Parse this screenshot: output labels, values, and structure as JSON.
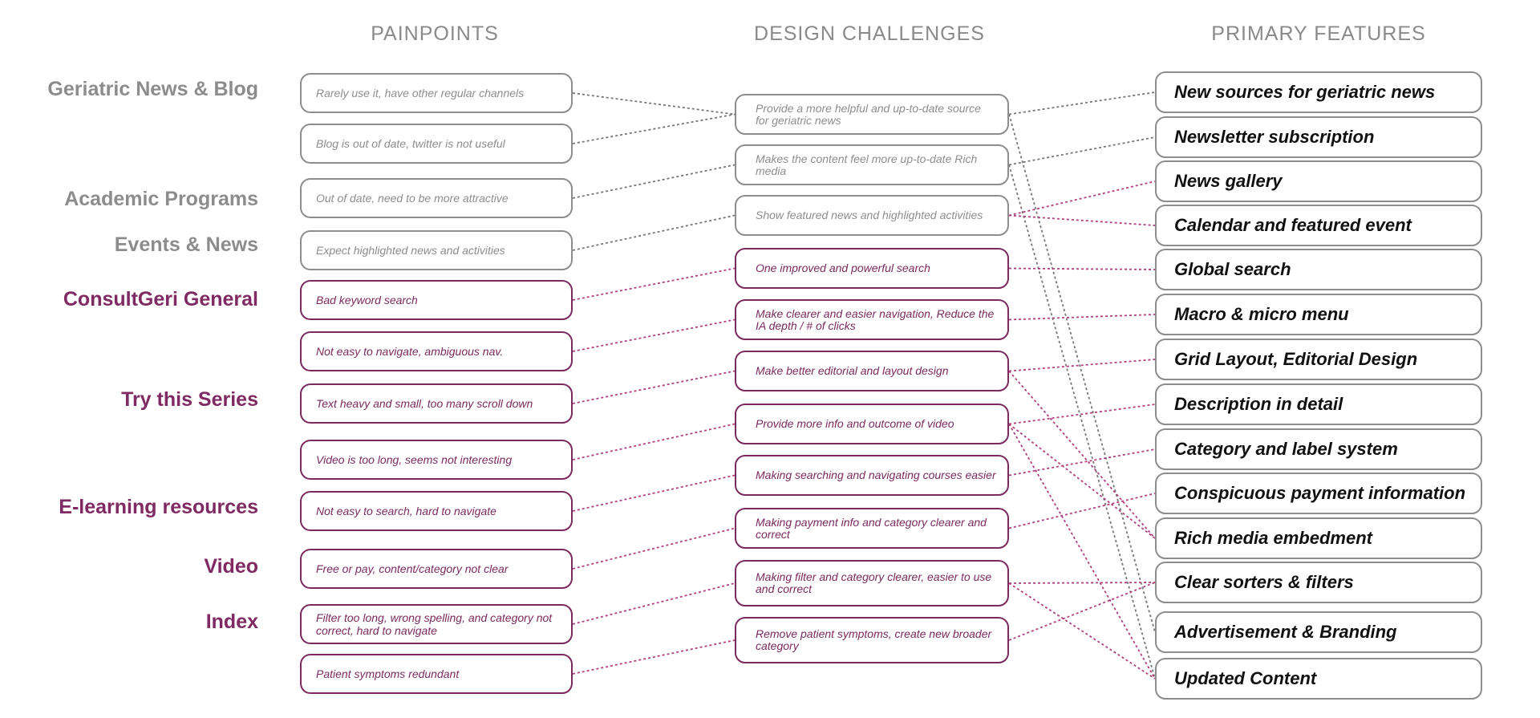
{
  "headers": {
    "painpoints": "PAINPOINTS",
    "challenges": "DESIGN CHALLENGES",
    "features": "PRIMARY FEATURES"
  },
  "colors": {
    "gray": "#8d8d8d",
    "purple": "#7b2a5e",
    "gray_line": "#777777",
    "purple_line": "#b0417f"
  },
  "categories": [
    {
      "label": "Geriatric News & Blog",
      "tone": "gray"
    },
    {
      "label": "Academic Programs",
      "tone": "gray"
    },
    {
      "label": "Events & News",
      "tone": "gray"
    },
    {
      "label": "ConsultGeri General",
      "tone": "purple"
    },
    {
      "label": "Try this Series",
      "tone": "purple"
    },
    {
      "label": "E-learning resources",
      "tone": "purple"
    },
    {
      "label": "Video",
      "tone": "purple"
    },
    {
      "label": "Index",
      "tone": "purple"
    }
  ],
  "painpoints": [
    {
      "text": "Rarely use it, have other regular channels",
      "tone": "gray"
    },
    {
      "text": "Blog is out of date, twitter is not useful",
      "tone": "gray"
    },
    {
      "text": "Out of date, need to be more attractive",
      "tone": "gray"
    },
    {
      "text": "Expect highlighted news and activities",
      "tone": "gray"
    },
    {
      "text": "Bad keyword search",
      "tone": "purple"
    },
    {
      "text": "Not easy to navigate, ambiguous nav.",
      "tone": "purple"
    },
    {
      "text": "Text heavy and small, too many scroll down",
      "tone": "purple"
    },
    {
      "text": "Video is too long, seems not interesting",
      "tone": "purple"
    },
    {
      "text": "Not easy to search, hard to navigate",
      "tone": "purple"
    },
    {
      "text": "Free or pay, content/category not clear",
      "tone": "purple"
    },
    {
      "text": "Filter too long, wrong spelling, and category not correct, hard to navigate",
      "tone": "purple"
    },
    {
      "text": "Patient symptoms redundant",
      "tone": "purple"
    }
  ],
  "challenges": [
    {
      "text": "Provide a more helpful and up-to-date source for geriatric news",
      "tone": "gray"
    },
    {
      "text": "Makes the content feel more up-to-date Rich media",
      "tone": "gray"
    },
    {
      "text": "Show featured news and highlighted activities",
      "tone": "gray"
    },
    {
      "text": "One improved and powerful search",
      "tone": "purple"
    },
    {
      "text": "Make clearer and easier navigation, Reduce the IA depth / # of clicks",
      "tone": "purple"
    },
    {
      "text": "Make better editorial and layout design",
      "tone": "purple"
    },
    {
      "text": "Provide more info and outcome of video",
      "tone": "purple"
    },
    {
      "text": "Making searching and navigating courses easier",
      "tone": "purple"
    },
    {
      "text": "Making payment info and category clearer and correct",
      "tone": "purple"
    },
    {
      "text": "Making filter and category clearer, easier to use and correct",
      "tone": "purple"
    },
    {
      "text": "Remove patient symptoms, create new broader category",
      "tone": "purple"
    }
  ],
  "features": [
    "New sources for geriatric news",
    "Newsletter subscription",
    "News gallery",
    "Calendar and featured event",
    "Global search",
    "Macro & micro menu",
    "Grid Layout, Editorial Design",
    "Description in detail",
    "Category and label system",
    "Conspicuous payment information",
    "Rich media embedment",
    "Clear sorters & filters",
    "Advertisement & Branding",
    "Updated Content"
  ],
  "links_pain_to_challenge": [
    {
      "from": 0,
      "to": 0,
      "tone": "gray"
    },
    {
      "from": 1,
      "to": 0,
      "tone": "gray"
    },
    {
      "from": 2,
      "to": 1,
      "tone": "gray"
    },
    {
      "from": 3,
      "to": 2,
      "tone": "gray"
    },
    {
      "from": 4,
      "to": 3,
      "tone": "purple"
    },
    {
      "from": 5,
      "to": 4,
      "tone": "purple"
    },
    {
      "from": 6,
      "to": 5,
      "tone": "purple"
    },
    {
      "from": 7,
      "to": 6,
      "tone": "purple"
    },
    {
      "from": 8,
      "to": 7,
      "tone": "purple"
    },
    {
      "from": 9,
      "to": 8,
      "tone": "purple"
    },
    {
      "from": 10,
      "to": 9,
      "tone": "purple"
    },
    {
      "from": 11,
      "to": 10,
      "tone": "purple"
    }
  ],
  "links_challenge_to_feature": [
    {
      "from": 0,
      "to": 0,
      "tone": "gray"
    },
    {
      "from": 1,
      "to": 1,
      "tone": "gray"
    },
    {
      "from": 0,
      "to": 12,
      "tone": "gray"
    },
    {
      "from": 1,
      "to": 13,
      "tone": "gray"
    },
    {
      "from": 2,
      "to": 2,
      "tone": "purple"
    },
    {
      "from": 2,
      "to": 3,
      "tone": "purple"
    },
    {
      "from": 3,
      "to": 4,
      "tone": "purple"
    },
    {
      "from": 4,
      "to": 5,
      "tone": "purple"
    },
    {
      "from": 5,
      "to": 6,
      "tone": "purple"
    },
    {
      "from": 5,
      "to": 10,
      "tone": "purple"
    },
    {
      "from": 6,
      "to": 7,
      "tone": "purple"
    },
    {
      "from": 6,
      "to": 10,
      "tone": "purple"
    },
    {
      "from": 6,
      "to": 13,
      "tone": "purple"
    },
    {
      "from": 7,
      "to": 8,
      "tone": "purple"
    },
    {
      "from": 8,
      "to": 9,
      "tone": "purple"
    },
    {
      "from": 9,
      "to": 11,
      "tone": "purple"
    },
    {
      "from": 9,
      "to": 13,
      "tone": "purple"
    },
    {
      "from": 10,
      "to": 11,
      "tone": "purple"
    }
  ]
}
